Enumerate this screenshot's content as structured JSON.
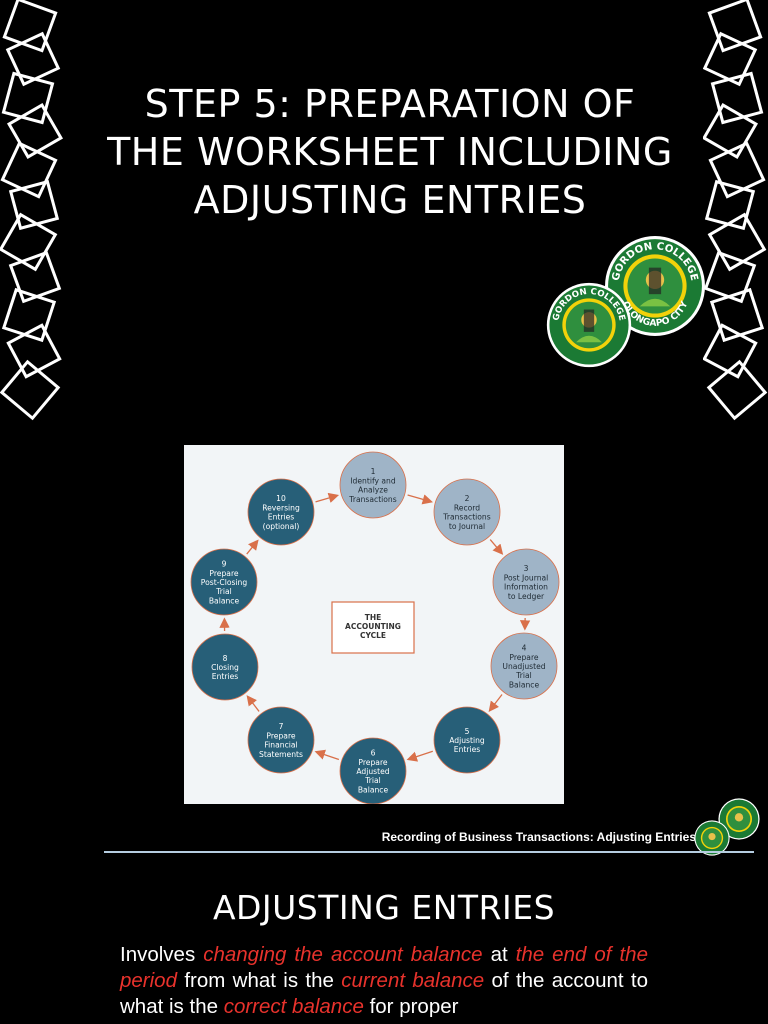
{
  "slide_title": "STEP 5: PREPARATION OF THE WORKSHEET INCLUDING ADJUSTING ENTRIES",
  "seal": {
    "name_top": "GORDON COLLEGE",
    "name_bottom": "OLONGAPO CITY"
  },
  "diagram": {
    "center_label_1": "THE",
    "center_label_2": "ACCOUNTING",
    "center_label_3": "CYCLE",
    "steps": [
      {
        "num": "1",
        "l1": "Identify and",
        "l2": "Analyze",
        "l3": "Transactions",
        "l4": ""
      },
      {
        "num": "2",
        "l1": "Record",
        "l2": "Transactions",
        "l3": "to Journal",
        "l4": ""
      },
      {
        "num": "3",
        "l1": "Post Journal",
        "l2": "Information",
        "l3": "to Ledger",
        "l4": ""
      },
      {
        "num": "4",
        "l1": "Prepare",
        "l2": "Unadjusted",
        "l3": "Trial",
        "l4": "Balance"
      },
      {
        "num": "5",
        "l1": "Adjusting",
        "l2": "Entries",
        "l3": "",
        "l4": ""
      },
      {
        "num": "6",
        "l1": "Prepare",
        "l2": "Adjusted",
        "l3": "Trial",
        "l4": "Balance"
      },
      {
        "num": "7",
        "l1": "Prepare",
        "l2": "Financial",
        "l3": "Statements",
        "l4": ""
      },
      {
        "num": "8",
        "l1": "Closing",
        "l2": "Entries",
        "l3": "",
        "l4": ""
      },
      {
        "num": "9",
        "l1": "Prepare",
        "l2": "Post-Closing",
        "l3": "Trial",
        "l4": "Balance"
      },
      {
        "num": "10",
        "l1": "Reversing",
        "l2": "Entries",
        "l3": "(optional)",
        "l4": ""
      }
    ]
  },
  "footer_caption": "Recording of Business Transactions: Adjusting Entries",
  "section_heading": "ADJUSTING ENTRIES",
  "body": {
    "t1": "Involves ",
    "h1": "changing the account balance",
    "t2": " at ",
    "h2": "the end of the period",
    "t3": " from what is the ",
    "h3": "current balance",
    "t4": " of the account to what is the ",
    "h4": "correct balance",
    "t5": " for proper"
  },
  "colors": {
    "circle_light": "#9fb4c7",
    "circle_dark": "#275f78",
    "arrow": "#d9704a",
    "highlight": "#e8322c"
  }
}
